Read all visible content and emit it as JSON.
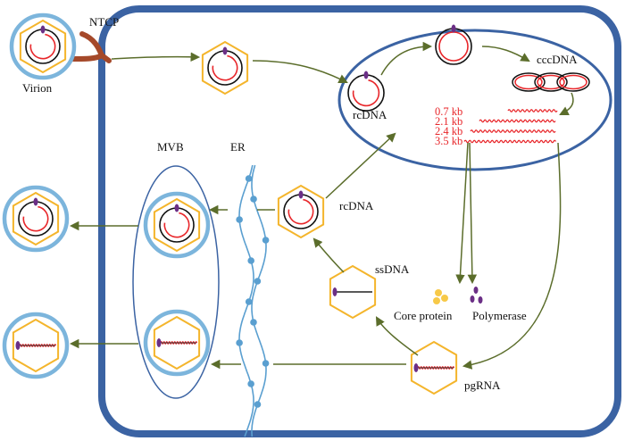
{
  "labels": {
    "virion": "Virion",
    "ntcp": "NTCP",
    "rcdna_nucleus": "rcDNA",
    "cccdna": "cccDNA",
    "mvb": "MVB",
    "er": "ER",
    "rcdna_cyto": "rcDNA",
    "ssdna": "ssDNA",
    "core_protein": "Core protein",
    "polymerase": "Polymerase",
    "pgrna": "pgRNA"
  },
  "transcripts": [
    "0.7 kb",
    "2.1 kb",
    "2.4 kb",
    "3.5 kb"
  ],
  "colors": {
    "cell_membrane": "#3b63a3",
    "envelope": "#7cb5dc",
    "capsid": "#f4b52c",
    "dna_red": "#e8262a",
    "arrow": "#5b6d2b",
    "ntcp": "#a5492a",
    "polymerase": "#6b2f86",
    "core_protein": "#f7c948",
    "er_dots": "#5a9fd0"
  }
}
